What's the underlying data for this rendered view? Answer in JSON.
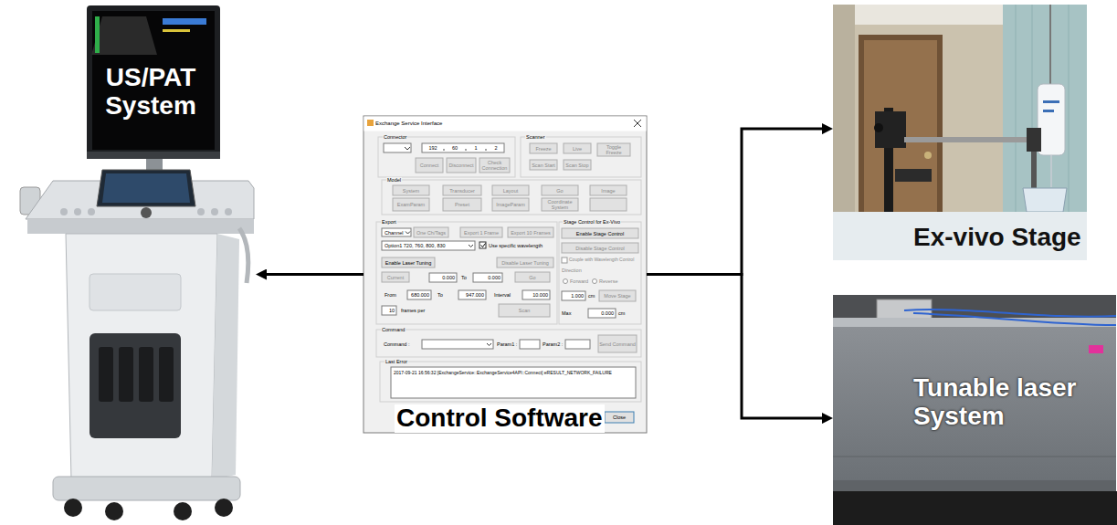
{
  "diagram": {
    "nodes": [
      {
        "text": [
          "US/PAT System"
        ]
      },
      {
        "text": [
          "Control Software"
        ]
      },
      {
        "text": [
          "Ex-vivo Stage"
        ]
      },
      {
        "text": [
          "Tunable laser System"
        ]
      }
    ],
    "edges": [
      {
        "from": 1,
        "to": 0,
        "arrow": "to"
      },
      {
        "from": 1,
        "to": 2,
        "arrow": "to"
      },
      {
        "from": 1,
        "to": 3,
        "arrow": "to"
      }
    ],
    "labels": [
      "Exchange Service Interface",
      "Connector",
      "192",
      "60",
      "1",
      "2",
      "Connect",
      "Disconnect",
      "Check Connection",
      "Scanner",
      "Freeze",
      "Live",
      "Toggle Freeze",
      "Scan Start",
      "Scan Stop",
      "Model",
      "System",
      "Transducer",
      "Layout",
      "Go",
      "Image",
      "ExamParam",
      "Preset",
      "ImageParam",
      "Coordinate System",
      "Export",
      "Channel",
      "One Ch/Tags",
      "Export 1 Frame",
      "Export 10 Frames",
      "Option1 720, 760, 800, 830",
      "Use specific wavelength",
      "Enable Laser Tuning",
      "Disable Laser Tuning",
      "Current",
      "0.000",
      "To",
      "0.000",
      "Go",
      "From",
      "680.000",
      "To",
      "947.000",
      "Interval",
      "10.000",
      "10",
      "frames per",
      "Scan",
      "Stage Control for Ex-Vivo",
      "Enable Stage Control",
      "Disable Stage Control",
      "Couple with Wavelength Control",
      "Direction",
      "Forward",
      "Reverse",
      "1.000",
      "cm",
      "Move Stage",
      "Max",
      "0.000",
      "cm",
      "Command",
      "Command :",
      "Param1 :",
      "Param2 :",
      "Send Command",
      "Last Error",
      "2017-09-21 16:56:32 [ExchangeService::ExchangeService4API::Connect] eRESULT_NETWORK_FAILURE",
      "Close"
    ]
  }
}
